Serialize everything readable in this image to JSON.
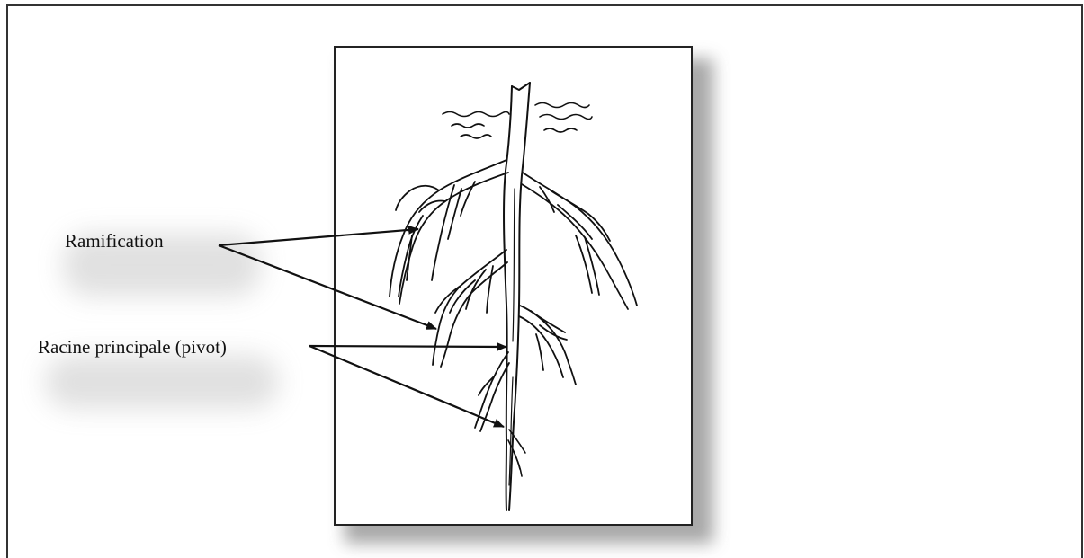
{
  "diagram": {
    "labels": {
      "ramification": "Ramification",
      "pivot": "Racine principale (pivot)"
    },
    "colors": {
      "ink": "#111111",
      "frame": "#222222",
      "shadow": "#9a9a9a",
      "background": "#ffffff"
    },
    "icons": [
      "taproot-illustration",
      "arrow"
    ]
  }
}
